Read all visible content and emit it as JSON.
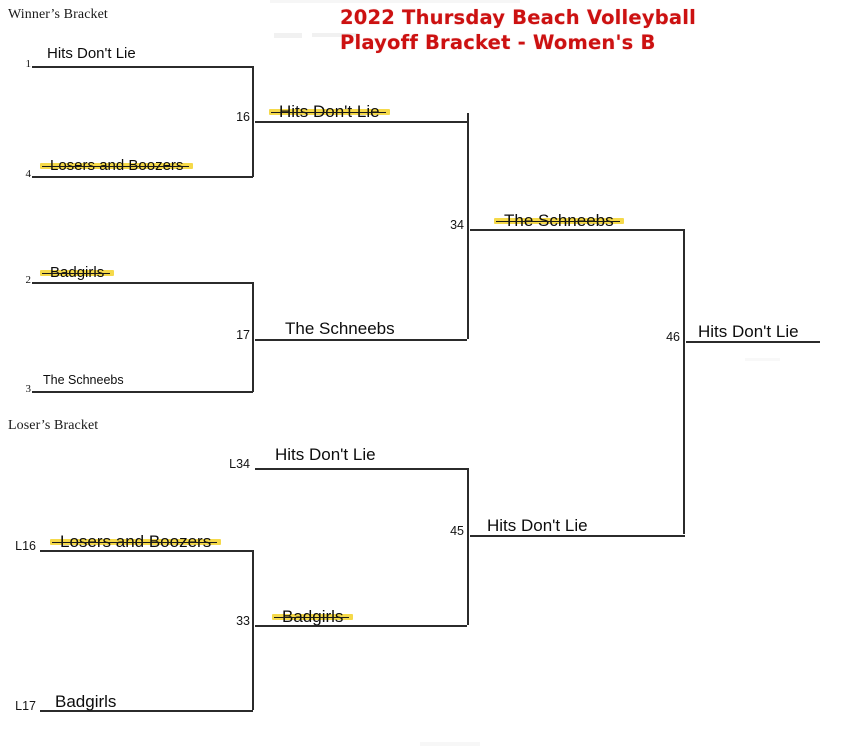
{
  "title": {
    "line1": "2022 Thursday Beach Volleyball",
    "line2": "Playoff Bracket - Women's B",
    "color": "#cc1111"
  },
  "captions": {
    "winners": "Winner’s Bracket",
    "losers": "Loser’s Bracket"
  },
  "highlight_color": "#f5d94a",
  "line_color": "#2b2b2b",
  "winners_bracket": {
    "round1": [
      {
        "slot": "1",
        "team": "Hits Don't Lie",
        "eliminated": false
      },
      {
        "slot": "4",
        "team": "Losers and Boozers",
        "eliminated": true
      },
      {
        "slot": "2",
        "team": "Badgirls",
        "eliminated": true
      },
      {
        "slot": "3",
        "team": "The Schneebs",
        "eliminated": false
      }
    ],
    "round2": [
      {
        "game": "16",
        "team": "Hits Don't Lie",
        "eliminated": true
      },
      {
        "game": "17",
        "team": "The Schneebs",
        "eliminated": false
      }
    ],
    "round3": [
      {
        "game": "34",
        "team": "The Schneebs",
        "eliminated": true
      }
    ],
    "final": [
      {
        "game": "46",
        "team": "Hits Don't Lie",
        "eliminated": false
      }
    ]
  },
  "losers_bracket": {
    "round1": [
      {
        "slot": "L34",
        "team": "Hits Don't Lie",
        "eliminated": false
      },
      {
        "slot": "L16",
        "team": "Losers and Boozers",
        "eliminated": true
      },
      {
        "slot": "L17",
        "team": "Badgirls",
        "eliminated": false
      }
    ],
    "round2": [
      {
        "game": "33",
        "team": "Badgirls",
        "eliminated": true
      }
    ],
    "round3": [
      {
        "game": "45",
        "team": "Hits Don't Lie",
        "eliminated": false
      }
    ]
  }
}
